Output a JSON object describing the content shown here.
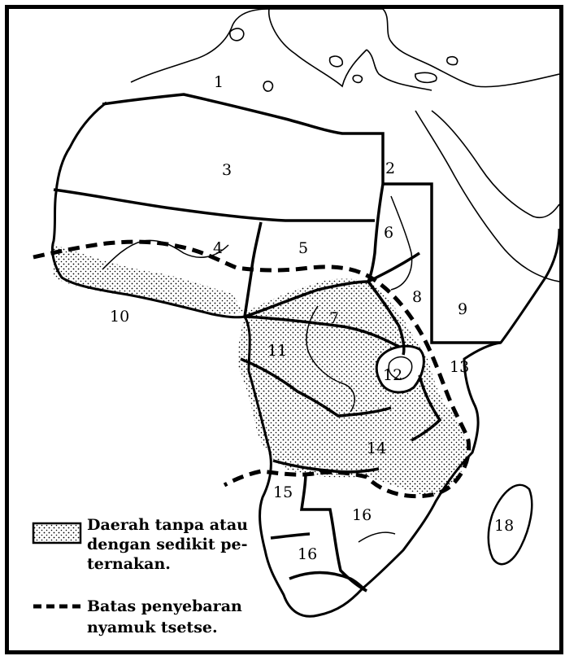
{
  "map": {
    "region_labels": [
      "1",
      "2",
      "3",
      "4",
      "5",
      "6",
      "7",
      "8",
      "9",
      "10",
      "11",
      "12",
      "13",
      "14",
      "15",
      "16",
      "16",
      "18"
    ]
  },
  "legend": {
    "stipple_label_lines": [
      "Daerah tanpa atau",
      "dengan sedikit pe-",
      "ternakan."
    ],
    "dashed_label_lines": [
      "Batas penyebaran",
      "nyamuk tsetse."
    ]
  },
  "colors": {
    "ink": "#000000",
    "paper": "#ffffff"
  }
}
